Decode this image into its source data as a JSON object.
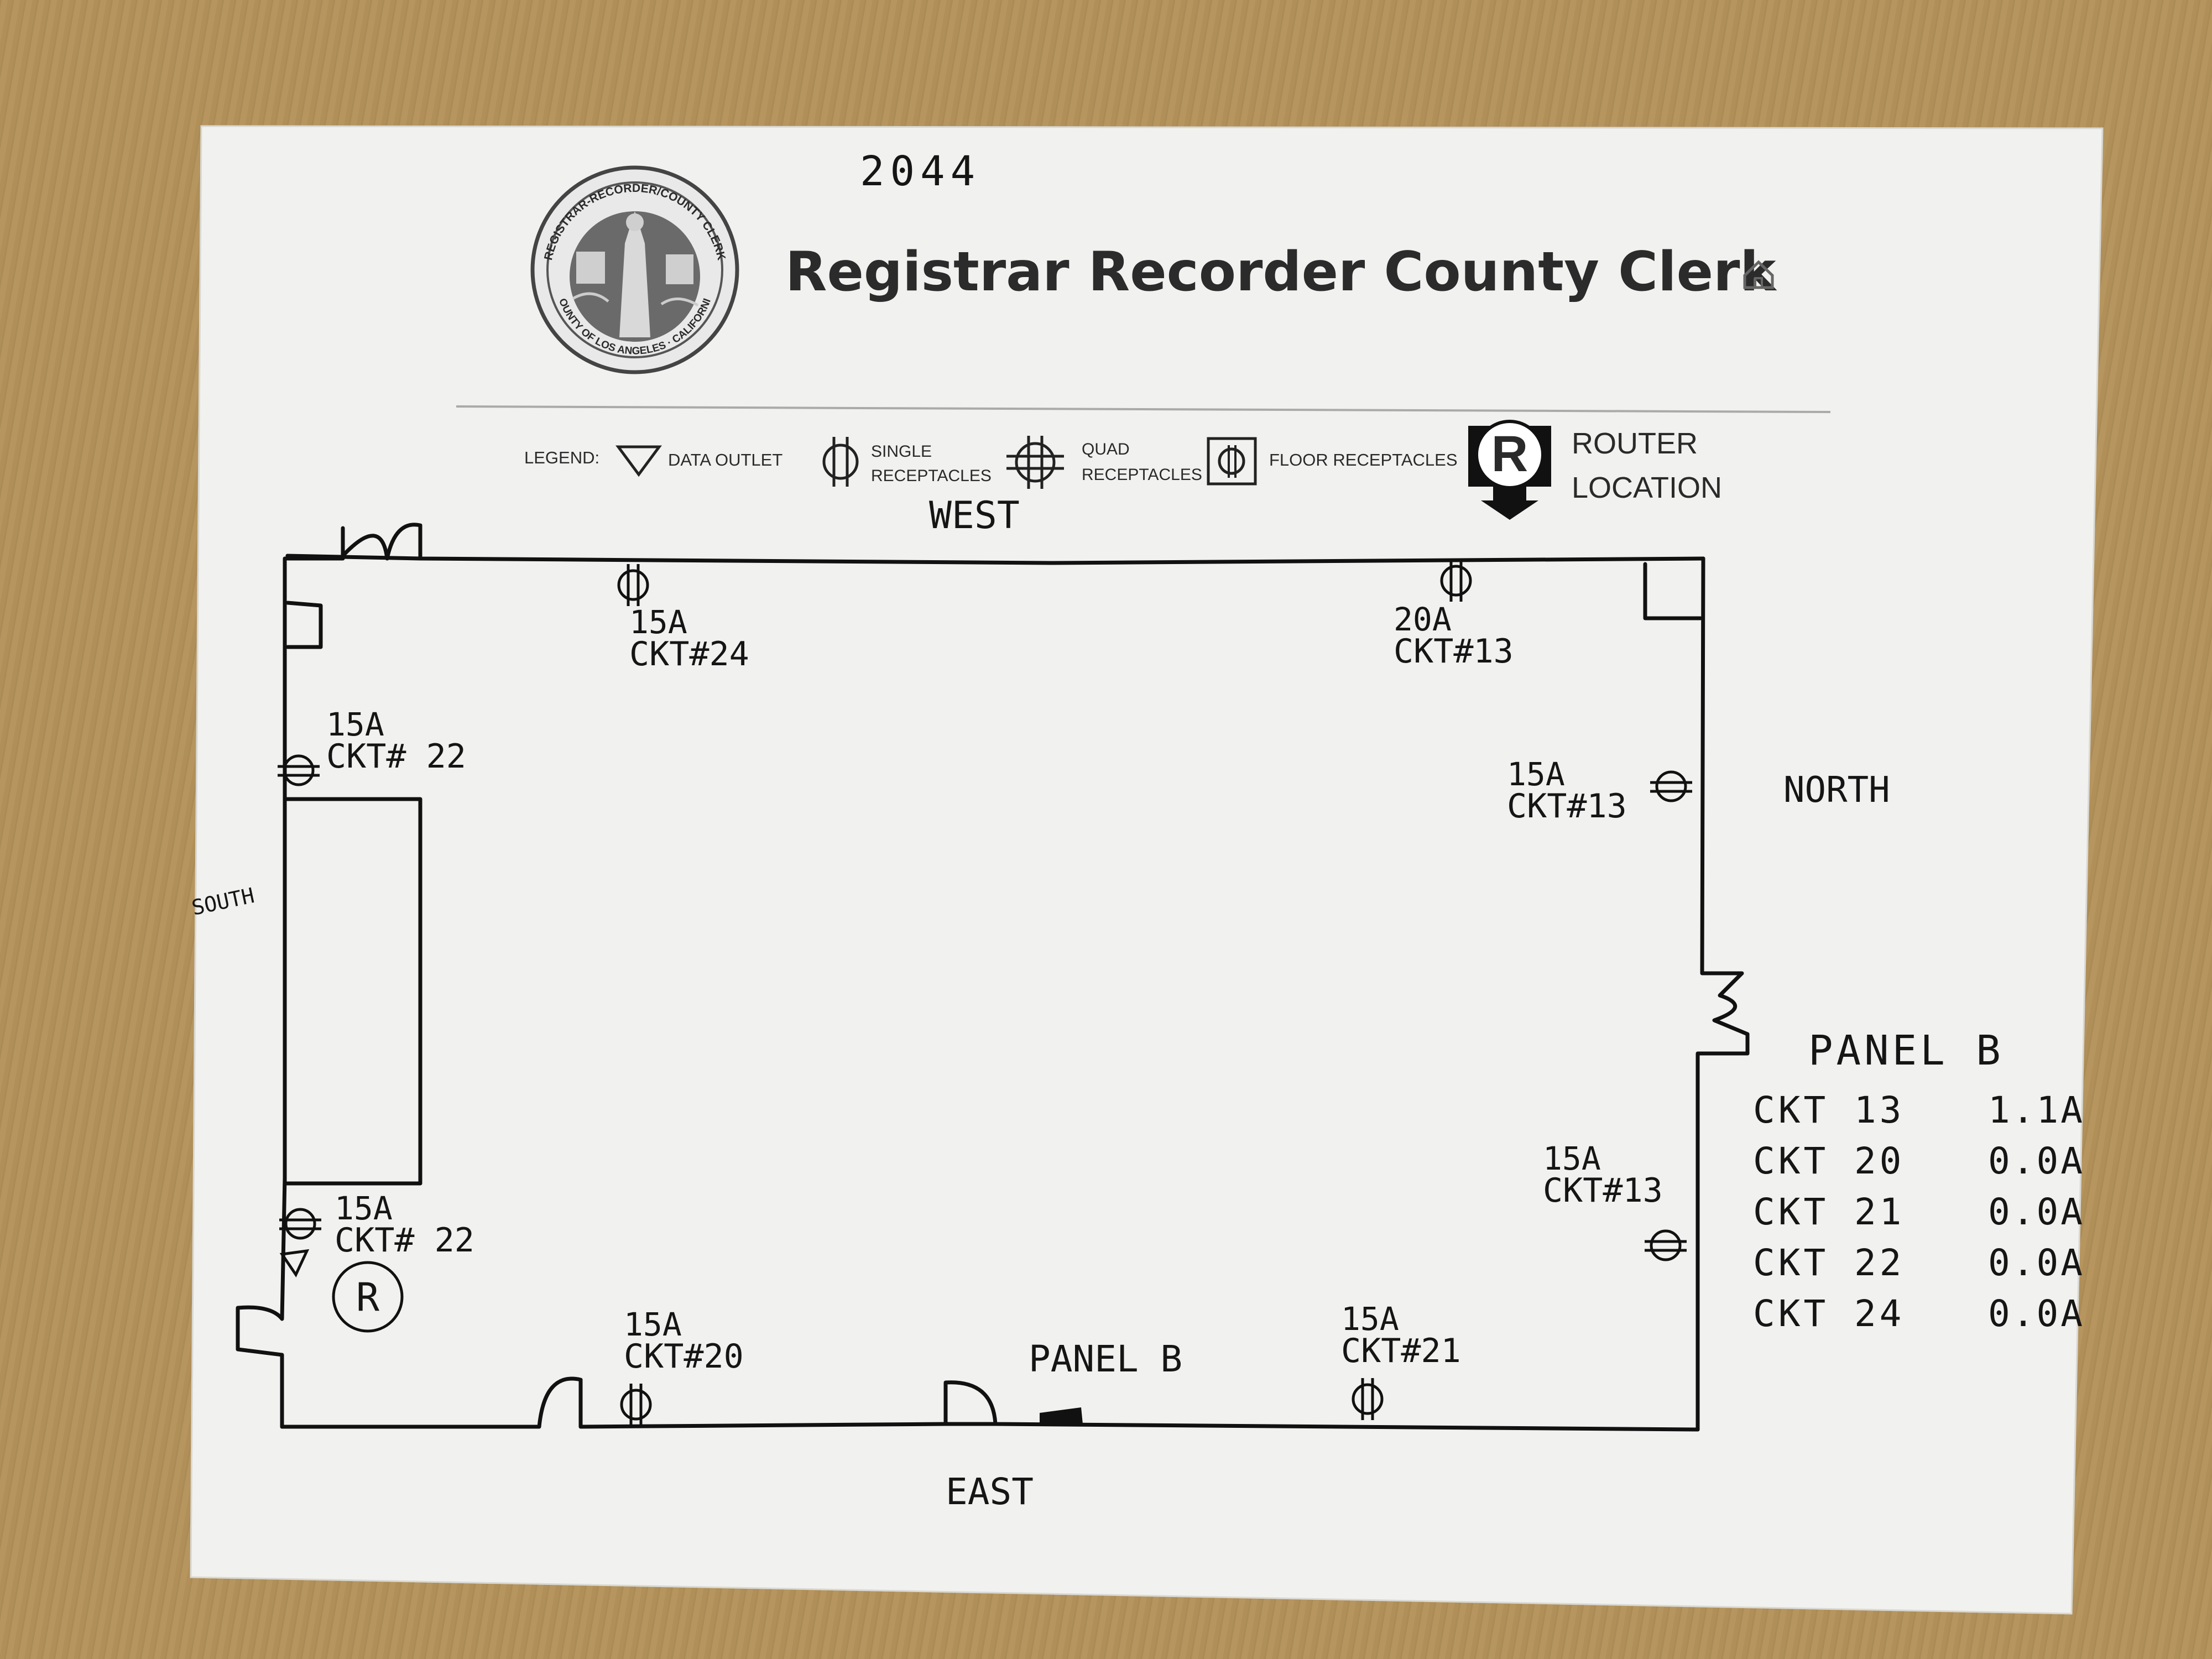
{
  "header": {
    "title": "Registrar Recorder County Clerk",
    "room_number": "2044",
    "seal_text_top": "REGISTRAR-RECORDER/COUNTY CLERK",
    "seal_text_bottom": "COUNTY OF LOS ANGELES · CALIFORNIA"
  },
  "legend": {
    "label": "LEGEND:",
    "data_outlet": "DATA OUTLET",
    "single_line1": "SINGLE",
    "single_line2": "RECEPTACLES",
    "quad_line1": "QUAD",
    "quad_line2": "RECEPTACLES",
    "floor": "FLOOR RECEPTACLES",
    "router_symbol": "R",
    "router_line1": "ROUTER",
    "router_line2": "LOCATION"
  },
  "compass": {
    "west": "WEST",
    "north": "NORTH",
    "south": "SOUTH",
    "east": "EAST"
  },
  "outlets": [
    {
      "amps": "15A",
      "circuit": "CKT#24",
      "wall": "west"
    },
    {
      "amps": "20A",
      "circuit": "CKT#13",
      "wall": "west"
    },
    {
      "amps": "15A",
      "circuit": "CKT# 22",
      "wall": "south"
    },
    {
      "amps": "15A",
      "circuit": "CKT#13",
      "wall": "north"
    },
    {
      "amps": "15A",
      "circuit": "CKT#13",
      "wall": "north"
    },
    {
      "amps": "15A",
      "circuit": "CKT# 22",
      "wall": "south"
    },
    {
      "amps": "15A",
      "circuit": "CKT#20",
      "wall": "east"
    },
    {
      "amps": "15A",
      "circuit": "CKT#21",
      "wall": "east"
    }
  ],
  "panel_label": "PANEL B",
  "router_mark": "R",
  "panel_table": {
    "title": "PANEL B",
    "rows": [
      {
        "circuit": "CKT 13",
        "load": "1.1A"
      },
      {
        "circuit": "CKT 20",
        "load": "0.0A"
      },
      {
        "circuit": "CKT 21",
        "load": "0.0A"
      },
      {
        "circuit": "CKT 22",
        "load": "0.0A"
      },
      {
        "circuit": "CKT 24",
        "load": "0.0A"
      }
    ]
  }
}
